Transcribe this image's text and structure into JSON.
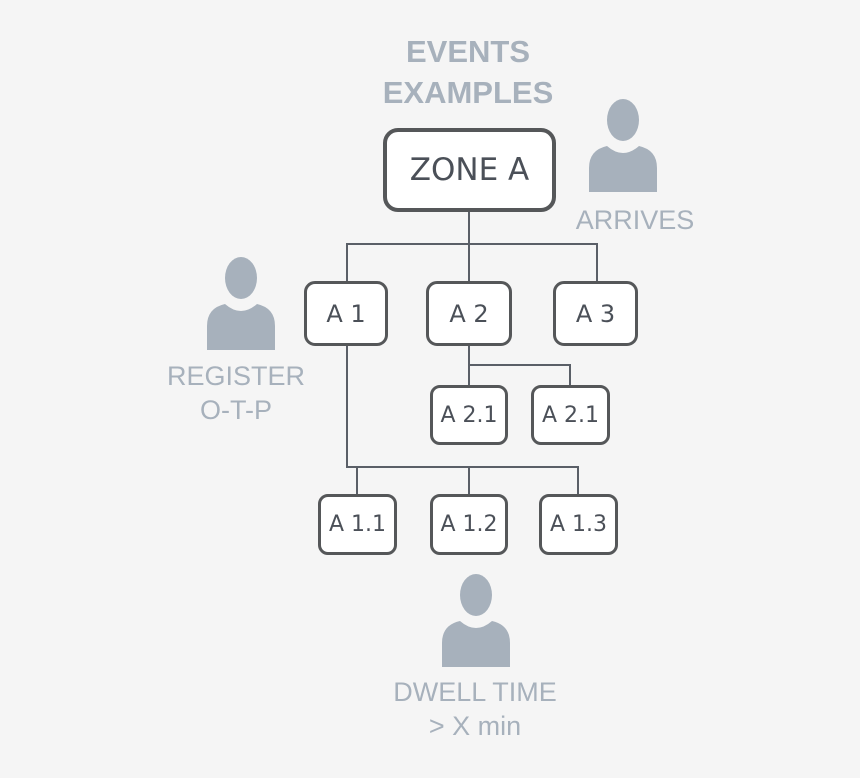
{
  "title": {
    "line1": "EVENTS",
    "line2": "EXAMPLES"
  },
  "colors": {
    "background": "#f5f5f5",
    "title": "#a7b1bc",
    "node_border": "#555759",
    "node_text": "#4b5058",
    "connector": "#5a5f67",
    "person_icon": "#a7b1bc"
  },
  "nodes": {
    "zone_a": "ZONE A",
    "a1": "A 1",
    "a2": "A 2",
    "a3": "A 3",
    "a2_1_first": "A 2.1",
    "a2_1_second": "A 2.1",
    "a1_1": "A 1.1",
    "a1_2": "A 1.2",
    "a1_3": "A 1.3"
  },
  "events": {
    "arrives": {
      "icon": "person-icon",
      "line1": "ARRIVES"
    },
    "register": {
      "icon": "person-icon",
      "line1": "REGISTER",
      "line2": "O-T-P"
    },
    "dwell": {
      "icon": "person-icon",
      "line1": "DWELL TIME",
      "line2": "> X min"
    }
  }
}
